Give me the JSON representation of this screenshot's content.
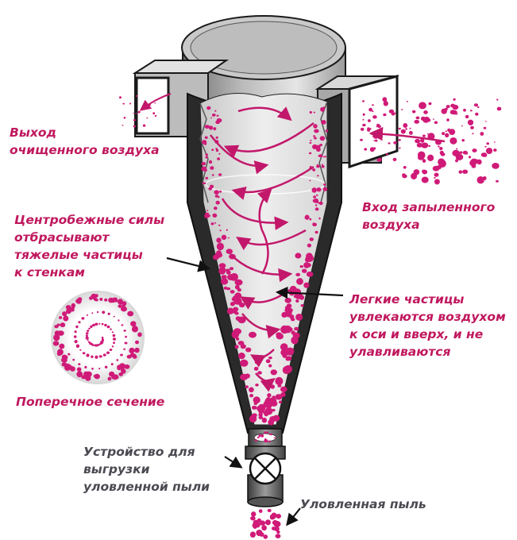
{
  "labels": {
    "outlet": [
      "Выход",
      "очищенного воздуха"
    ],
    "inlet": [
      "Вход запыленного",
      "воздуха"
    ],
    "centrifugal": [
      "Центробежные силы",
      "отбрасывают",
      "тяжелые частицы",
      "к стенкам"
    ],
    "light": [
      "Легкие частицы",
      "увлекаются воздухом",
      "к оси и вверх, и не",
      "улавливаются"
    ],
    "section": "Поперечное сечение",
    "device": [
      "Устройство для",
      "выгрузки",
      "уловленной пыли"
    ],
    "dust": "Уловленная пыль"
  },
  "colors": {
    "particle": "#d01a78",
    "body": "#cfcfcf",
    "outline": "#1a1a1a",
    "label_pink": "#c0185e",
    "label_dark": "#4a4a52"
  }
}
